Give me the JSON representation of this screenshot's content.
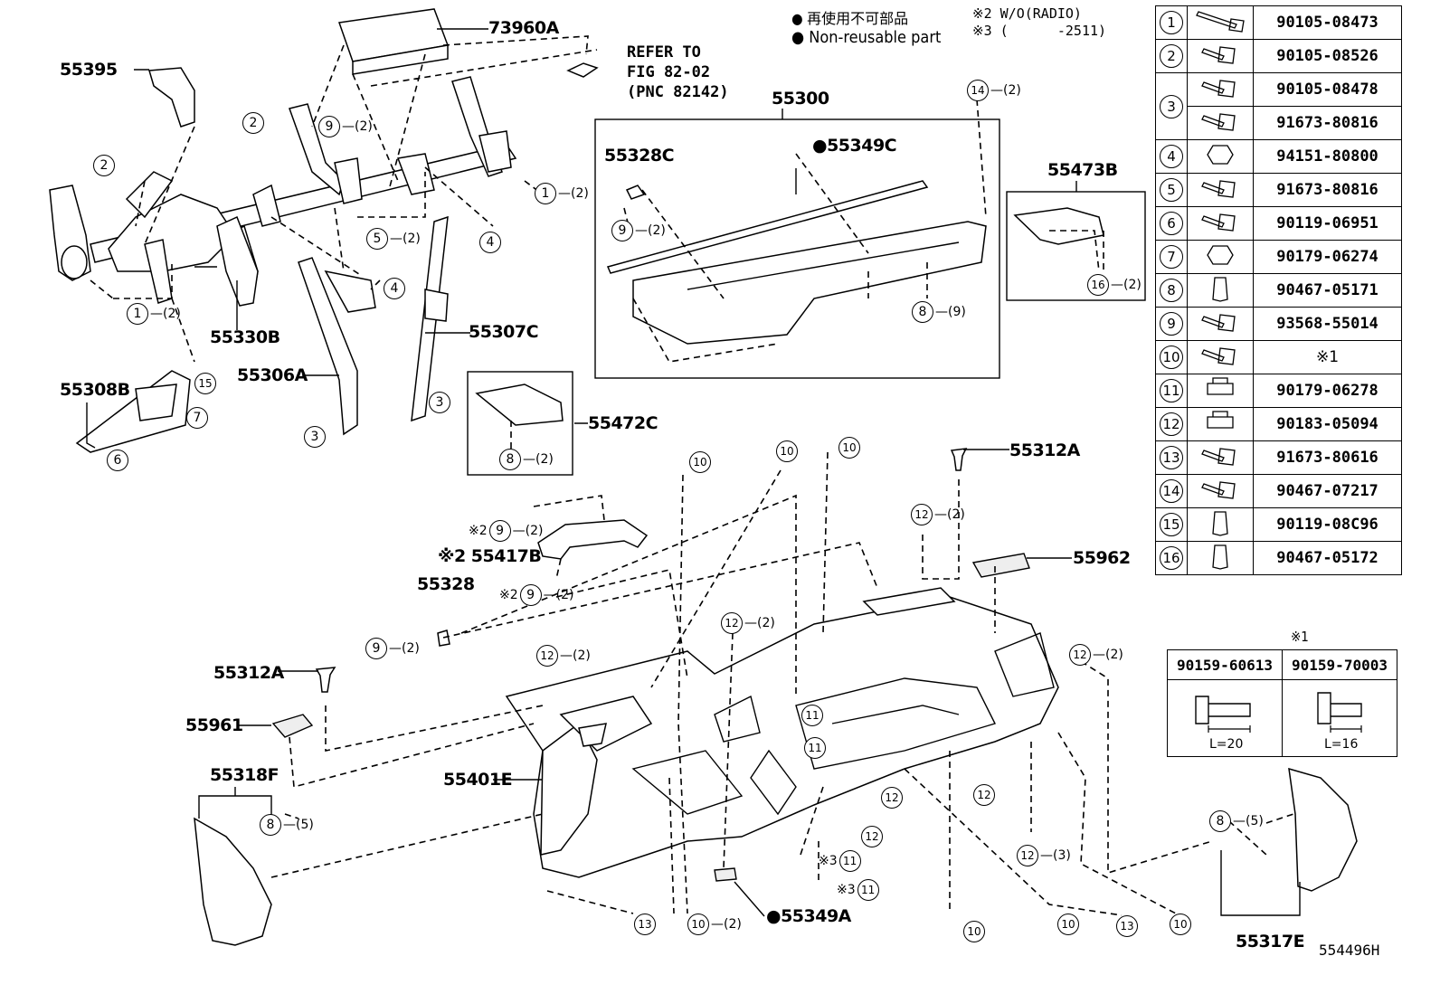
{
  "legend": {
    "line1": "● 再使用不可部品",
    "line2": "● Non-reusable part",
    "note2": "※2 W/O(RADIO)",
    "note3": "※3 (      -2511)"
  },
  "refer": {
    "l1": "REFER TO",
    "l2": "FIG 82-02",
    "l3": "(PNC 82142)"
  },
  "labels": {
    "p73960A": "73960A",
    "p55395": "55395",
    "p55300": "55300",
    "p55328C": "55328C",
    "p55349C": "●55349C",
    "p55473B": "55473B",
    "p55330B": "55330B",
    "p55307C": "55307C",
    "p55306A": "55306A",
    "p55308B": "55308B",
    "p55472C": "55472C",
    "p55312A_top": "55312A",
    "p55417B": "※2 55417B",
    "p55328": "55328",
    "p55962": "55962",
    "p55312A": "55312A",
    "p55961": "55961",
    "p55318F": "55318F",
    "p55401E": "55401E",
    "p55349A": "●55349A",
    "p55317E": "55317E",
    "figid": "554496H"
  },
  "callouts": [
    {
      "n": "1",
      "q": "(2)"
    },
    {
      "n": "2",
      "q": ""
    },
    {
      "n": "3",
      "q": ""
    },
    {
      "n": "4",
      "q": ""
    },
    {
      "n": "5",
      "q": "(2)"
    },
    {
      "n": "6",
      "q": ""
    },
    {
      "n": "7",
      "q": ""
    },
    {
      "n": "8",
      "q": "(9)"
    },
    {
      "n": "9",
      "q": "(2)"
    },
    {
      "n": "10",
      "q": "(2)"
    },
    {
      "n": "11",
      "q": ""
    },
    {
      "n": "12",
      "q": "(2)"
    },
    {
      "n": "13",
      "q": ""
    },
    {
      "n": "14",
      "q": "(2)"
    },
    {
      "n": "15",
      "q": ""
    },
    {
      "n": "16",
      "q": "(2)"
    }
  ],
  "fasteners": [
    {
      "key": "1",
      "pn": "90105-08473"
    },
    {
      "key": "2",
      "pn": "90105-08526"
    },
    {
      "key": "3",
      "pn": "90105-08478"
    },
    {
      "key": "3",
      "pn": "91673-80816"
    },
    {
      "key": "4",
      "pn": "94151-80800"
    },
    {
      "key": "5",
      "pn": "91673-80816"
    },
    {
      "key": "6",
      "pn": "90119-06951"
    },
    {
      "key": "7",
      "pn": "90179-06274"
    },
    {
      "key": "8",
      "pn": "90467-05171"
    },
    {
      "key": "9",
      "pn": "93568-55014"
    },
    {
      "key": "10",
      "pn": "※1"
    },
    {
      "key": "11",
      "pn": "90179-06278"
    },
    {
      "key": "12",
      "pn": "90183-05094"
    },
    {
      "key": "13",
      "pn": "91673-80616"
    },
    {
      "key": "14",
      "pn": "90467-07217"
    },
    {
      "key": "15",
      "pn": "90119-08C96"
    },
    {
      "key": "16",
      "pn": "90467-05172"
    }
  ],
  "alt": {
    "title": "※1",
    "a": {
      "pn": "90159-60613",
      "len": "L=20"
    },
    "b": {
      "pn": "90159-70003",
      "len": "L=16"
    }
  }
}
